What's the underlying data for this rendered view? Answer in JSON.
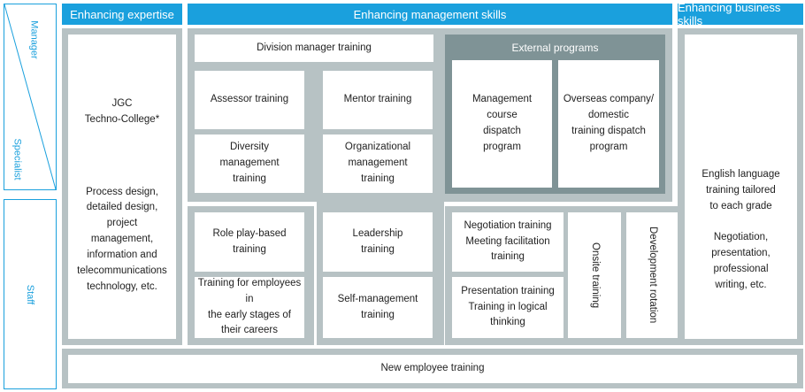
{
  "headers": {
    "expertise": "Enhancing expertise",
    "management": "Enhancing management skills",
    "business": "Enhancing business skills"
  },
  "side_labels": {
    "manager": "Manager",
    "specialist": "Specialist",
    "staff": "Staff"
  },
  "expertise": {
    "college": "JGC\nTechno-College*",
    "topics": "Process design,\ndetailed design,\nproject\nmanagement,\ninformation and\ntelecommunications\ntechnology, etc."
  },
  "management": {
    "division_manager": "Division manager training",
    "assessor": "Assessor training",
    "mentor": "Mentor training",
    "diversity": "Diversity\nmanagement\ntraining",
    "organizational": "Organizational\nmanagement\ntraining",
    "external_title": "External programs",
    "management_course": "Management\ncourse\ndispatch\nprogram",
    "overseas": "Overseas company/\ndomestic\ntraining dispatch\nprogram",
    "role_play": "Role play-based\ntraining",
    "early_career": "Training for employees in\nthe early stages of\ntheir careers",
    "leadership": "Leadership\ntraining",
    "self_management": "Self-management\ntraining",
    "negotiation": "Negotiation training\nMeeting facilitation\ntraining",
    "presentation": "Presentation training\nTraining in logical thinking",
    "onsite": "Onsite training",
    "rotation": "Development rotation"
  },
  "business": {
    "english": "English language\ntraining tailored\nto each grade",
    "skills": "Negotiation,\npresentation,\nprofessional\nwriting, etc."
  },
  "bottom": {
    "new_employee": "New employee training"
  }
}
